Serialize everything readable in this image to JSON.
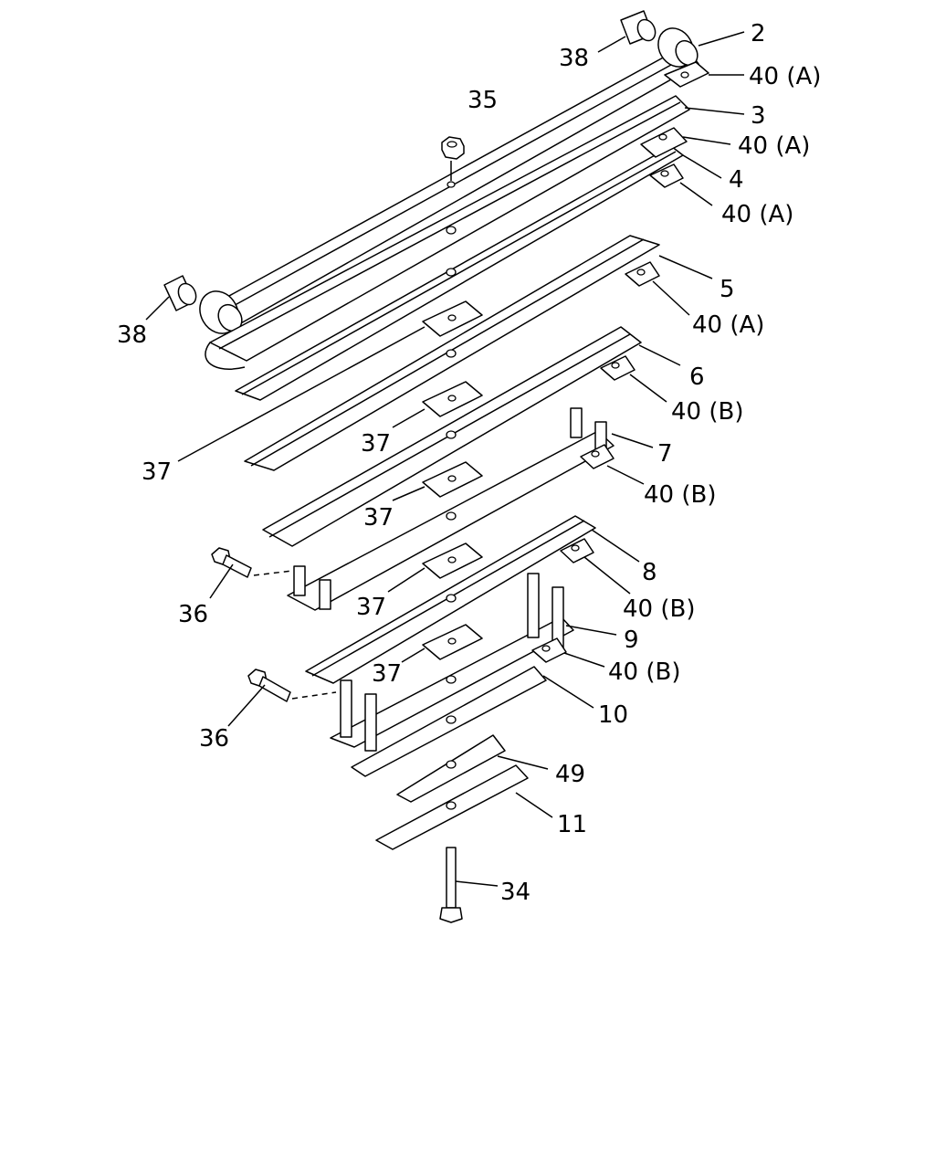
{
  "diagram": {
    "callouts": [
      {
        "id": "c-2",
        "label": "2"
      },
      {
        "id": "c-38-top",
        "label": "38"
      },
      {
        "id": "c-40a-1",
        "label": "40 (A)"
      },
      {
        "id": "c-35",
        "label": "35"
      },
      {
        "id": "c-3",
        "label": "3"
      },
      {
        "id": "c-40a-2",
        "label": "40 (A)"
      },
      {
        "id": "c-4",
        "label": "4"
      },
      {
        "id": "c-40a-3",
        "label": "40 (A)"
      },
      {
        "id": "c-5",
        "label": "5"
      },
      {
        "id": "c-40a-4",
        "label": "40 (A)"
      },
      {
        "id": "c-38-left",
        "label": "38"
      },
      {
        "id": "c-6",
        "label": "6"
      },
      {
        "id": "c-40b-1",
        "label": "40 (B)"
      },
      {
        "id": "c-37-1",
        "label": "37"
      },
      {
        "id": "c-37-2",
        "label": "37"
      },
      {
        "id": "c-7",
        "label": "7"
      },
      {
        "id": "c-40b-2",
        "label": "40 (B)"
      },
      {
        "id": "c-37-3",
        "label": "37"
      },
      {
        "id": "c-8",
        "label": "8"
      },
      {
        "id": "c-36-1",
        "label": "36"
      },
      {
        "id": "c-40b-3",
        "label": "40 (B)"
      },
      {
        "id": "c-37-4",
        "label": "37"
      },
      {
        "id": "c-9",
        "label": "9"
      },
      {
        "id": "c-40b-4",
        "label": "40 (B)"
      },
      {
        "id": "c-37-5",
        "label": "37"
      },
      {
        "id": "c-10",
        "label": "10"
      },
      {
        "id": "c-36-2",
        "label": "36"
      },
      {
        "id": "c-49",
        "label": "49"
      },
      {
        "id": "c-11",
        "label": "11"
      },
      {
        "id": "c-34",
        "label": "34"
      }
    ]
  }
}
